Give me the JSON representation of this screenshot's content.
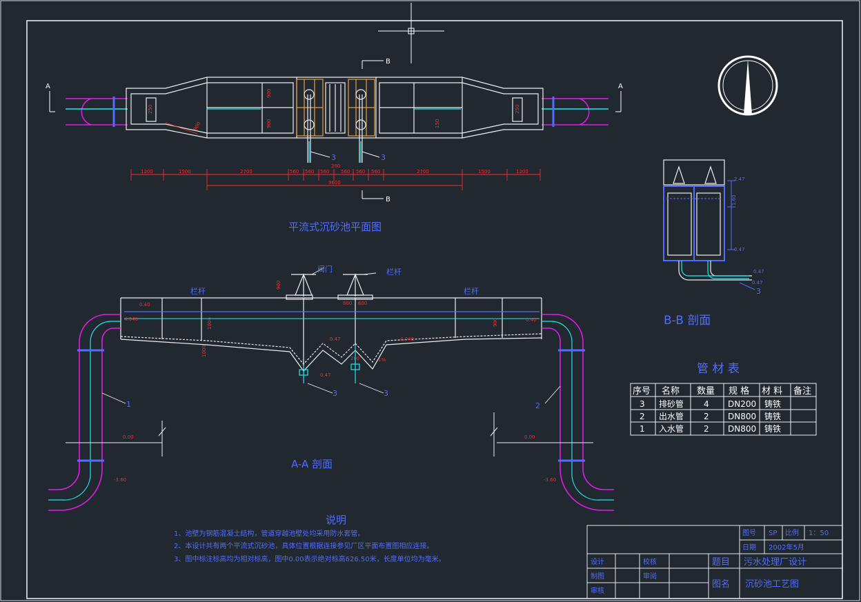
{
  "plan": {
    "title": "平流式沉砂池平面图",
    "section_markers": {
      "a_left": "A",
      "a_right": "A",
      "b_top": "B",
      "b_bottom": "B"
    },
    "inner_dims": [
      "900",
      "900",
      "250",
      "900",
      "150",
      "250"
    ],
    "pipe_tags": [
      "3",
      "3"
    ],
    "dims_row1": [
      "1200",
      "1500",
      "2700",
      "560",
      "560",
      "560",
      "560",
      "560",
      "560",
      "2700",
      "1500",
      "1200"
    ],
    "dim_center": "200",
    "dim_total": "9600"
  },
  "section_aa": {
    "title": "A-A 剖面",
    "labels": {
      "valve": "阀门",
      "column": "栏杆",
      "left_rail": "栏杆",
      "right_rail": "栏杆"
    },
    "dims": [
      "900",
      "600",
      "600",
      "0.40",
      "0.40",
      "1000",
      "1000",
      "900",
      "0.47",
      "0.47",
      "4.040",
      "4.040",
      "200",
      "1%"
    ],
    "pipe_tags": [
      "1",
      "2",
      "3",
      "3"
    ],
    "levels": [
      "0.00",
      "0.00",
      "-3.60",
      "-3.60"
    ]
  },
  "section_bb": {
    "title": "B-B 剖面",
    "dims": [
      "2.47",
      "1.60",
      "0.47",
      "0.47",
      "0.47"
    ],
    "pipe_tag": "3"
  },
  "material_table": {
    "title": "管 材 表",
    "headers": [
      "序号",
      "名称",
      "数量",
      "规 格",
      "材 料",
      "备注"
    ],
    "rows": [
      [
        "3",
        "排砂管",
        "4",
        "DN200",
        "铸铁",
        ""
      ],
      [
        "2",
        "出水管",
        "2",
        "DN800",
        "铸铁",
        ""
      ],
      [
        "1",
        "入水管",
        "2",
        "DN800",
        "铸铁",
        ""
      ]
    ]
  },
  "notes": {
    "title": "说明",
    "items": [
      "1、池壁为钢筋混凝土结构，管道穿越池壁处均采用防水套管。",
      "2、本设计共有两个平流式沉砂池，具体位置根据连接参见厂区平面布置图相应连接。",
      "3、图中标注标高均为相对标高，图中0.00表示绝对标高626.50米，长度单位均为毫米。"
    ]
  },
  "title_block": {
    "drawing_no_label": "图号",
    "drawing_no": "SP",
    "scale_label": "比例",
    "scale": "1：50",
    "date_label": "日期",
    "date": "2002年5月",
    "design_label": "设计",
    "drawing_label": "制图",
    "check_label": "审核",
    "verify_label": "校核",
    "approve_label": "审阅",
    "project_label": "题目",
    "project": "污水处理厂设计",
    "name_label": "图名",
    "name": "沉砂池工艺图"
  },
  "colors": {
    "background": "#212830",
    "frame": "#d8dde3",
    "structure": "#f0f0f0",
    "dimension": "#ff2a2a",
    "annotation": "#4f6dff",
    "pipe_cyan": "#22e8f0",
    "pipe_magenta": "#e01ce8",
    "beam": "#e8a040"
  },
  "icons": [
    "north-arrow-icon",
    "crosshair-cursor-icon"
  ]
}
